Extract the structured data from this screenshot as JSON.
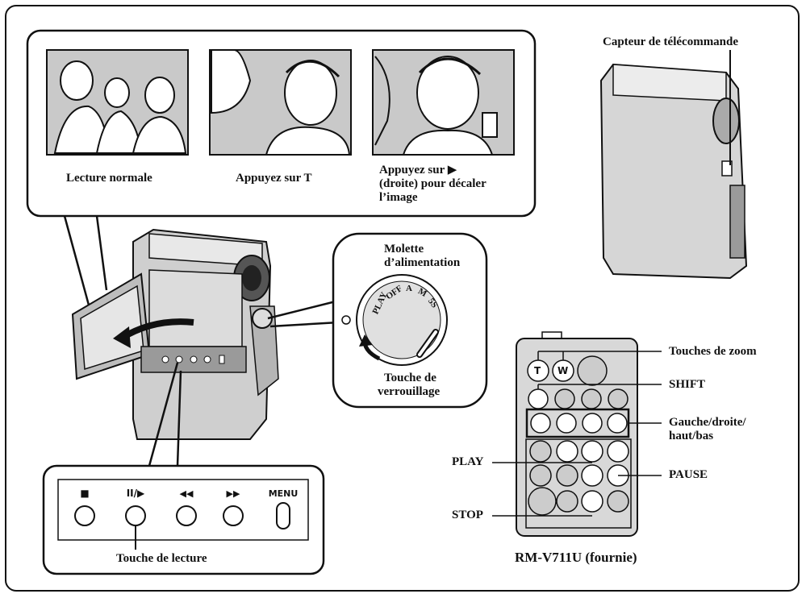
{
  "panels": {
    "captions": [
      "Lecture normale",
      "Appuyez sur T",
      "Appuyez sur ▶",
      "(droite) pour décaler",
      "l’image"
    ]
  },
  "dial": {
    "title_line1": "Molette",
    "title_line2": "d’alimentation",
    "lock_line1": "Touche de",
    "lock_line2": "verrouillage",
    "dial_labels": [
      "PLAY",
      "OFF",
      "A",
      "M",
      "5S"
    ]
  },
  "sensor_label": "Capteur de télécommande",
  "button_panel": {
    "labels": [
      "■",
      "II/▶",
      "◀◀",
      "▶▶",
      "MENU"
    ],
    "caption": "Touche de lecture"
  },
  "remote": {
    "callouts": {
      "zoom": "Touches de zoom",
      "shift": "SHIFT",
      "nav_line1": "Gauche/droite/",
      "nav_line2": "haut/bas",
      "play": "PLAY",
      "pause": "PAUSE",
      "stop": "STOP"
    },
    "model": "RM-V711U (fournie)",
    "zoom_keys": [
      "T",
      "W"
    ]
  }
}
